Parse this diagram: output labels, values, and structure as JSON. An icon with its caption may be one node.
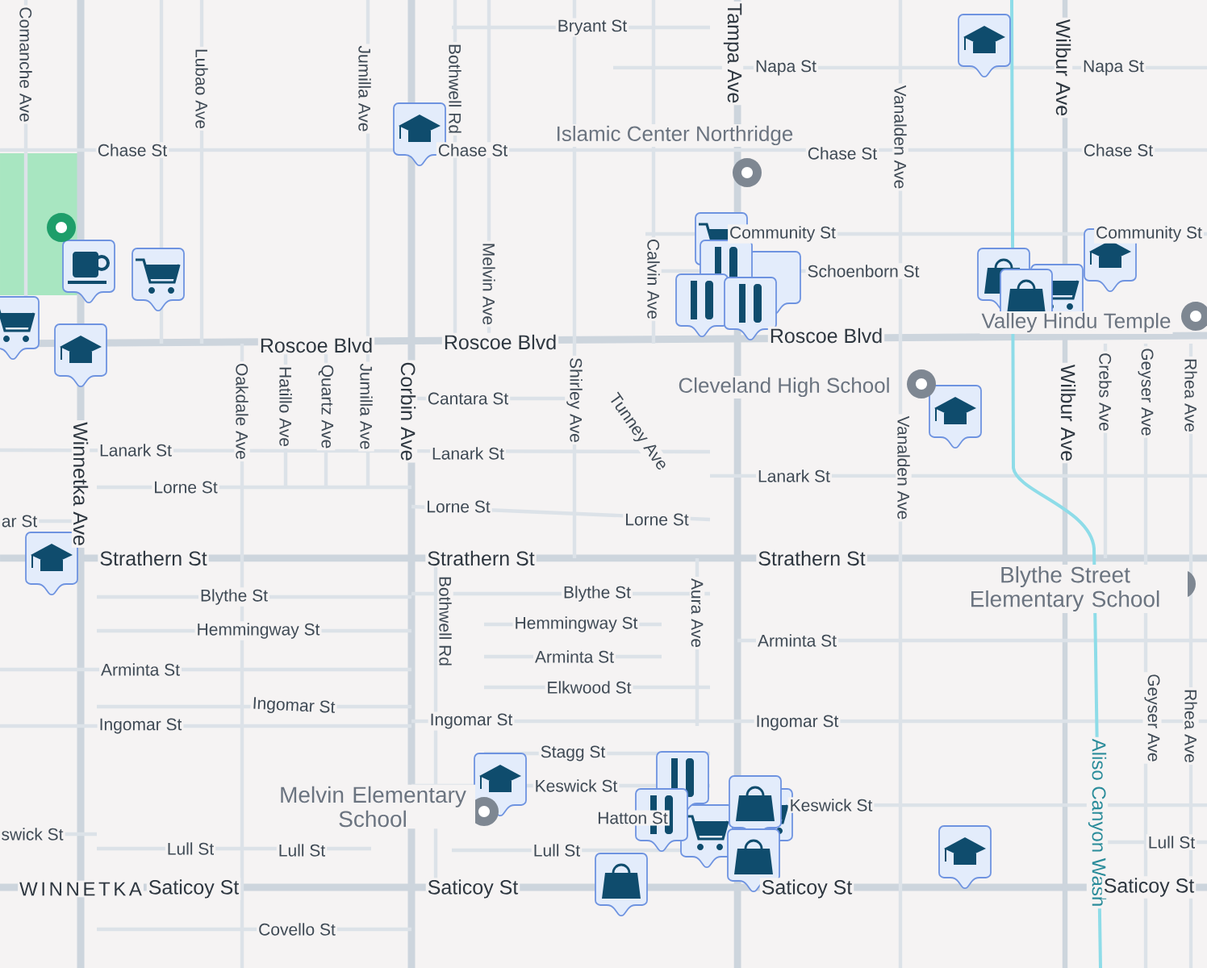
{
  "diagram": {
    "labels": [
      "Bryant St",
      "Napa St",
      "Napa St",
      "Comanche Ave",
      "Lubao Ave",
      "Jumilla Ave",
      "Bothwell Rd",
      "Tampa Ave",
      "Vanalden Ave",
      "Wilbur Ave",
      "Islamic Center Northridge",
      "Chase St",
      "Chase St",
      "Chase St",
      "Chase St",
      "Community St",
      "Community St",
      "Schoenborn St",
      "Melvin Ave",
      "Calvin Ave",
      "Roscoe Blvd",
      "Roscoe Blvd",
      "Roscoe Blvd",
      "Valley Hindu Temple",
      "Cleveland High School",
      "Cantara St",
      "Oakdale Ave",
      "Hatillo Ave",
      "Quartz Ave",
      "Jumilla Ave",
      "Corbin Ave",
      "Shirley Ave",
      "Tunney Ave",
      "Vanalden Ave",
      "Wilbur Ave",
      "Crebs Ave",
      "Geyser Ave",
      "Rhea Ave",
      "Lanark St",
      "Lanark St",
      "Lanark St",
      "ar St",
      "Lorne St",
      "Lorne St",
      "Lorne St",
      "Winnetka Ave",
      "Strathern St",
      "Strathern St",
      "Strathern St",
      "Blythe St",
      "Blythe St",
      "Blythe Street Elementary School",
      "Bothwell Rd",
      "Aura Ave",
      "Hemmingway St",
      "Hemmingway St",
      "Arminta St",
      "Arminta St",
      "Arminta St",
      "Elkwood St",
      "Ingomar St",
      "Ingomar St",
      "Ingomar St",
      "Ingomar St",
      "Geyser Ave",
      "Rhea Ave",
      "Stagg St",
      "Keswick St",
      "Keswick St",
      "Melvin Elementary School",
      "Hatton St",
      "Aliso Canyon Wash",
      "swick St",
      "Lull St",
      "Lull St",
      "Lull St",
      "Lull St",
      "WINNETKA",
      "Saticoy St",
      "Saticoy St",
      "Saticoy St",
      "Saticoy St",
      "Covello St"
    ]
  }
}
